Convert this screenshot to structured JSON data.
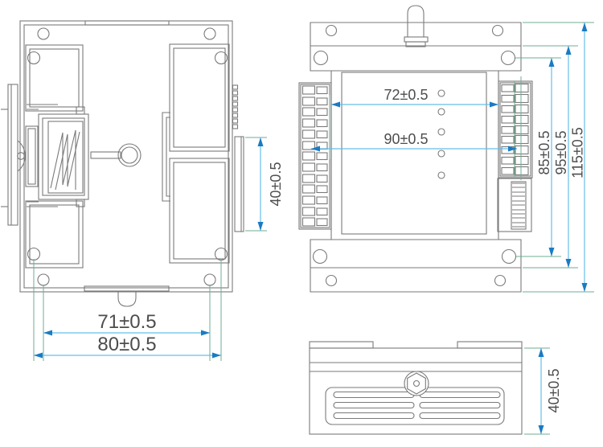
{
  "colors": {
    "background": "#ffffff",
    "outline_gray": "#7a7a7a",
    "dimension_line_blue": "#66bde8",
    "arrowhead_blue": "#1a7bc4",
    "extension_line_green": "#6fae90",
    "dimension_text_gray": "#4d4d4d"
  },
  "back_view": {
    "dim_clip_height": "40±0.5",
    "dim_hole_span_inner": "71±0.5",
    "dim_hole_span_outer": "80±0.5"
  },
  "front_view": {
    "dim_width_body": "72±0.5",
    "dim_width_terminals": "90±0.5",
    "dim_height_holes": "85±0.5",
    "dim_height_flange": "95±0.5",
    "dim_height_overall": "115±0.5"
  },
  "side_view": {
    "dim_depth": "40±0.5"
  }
}
